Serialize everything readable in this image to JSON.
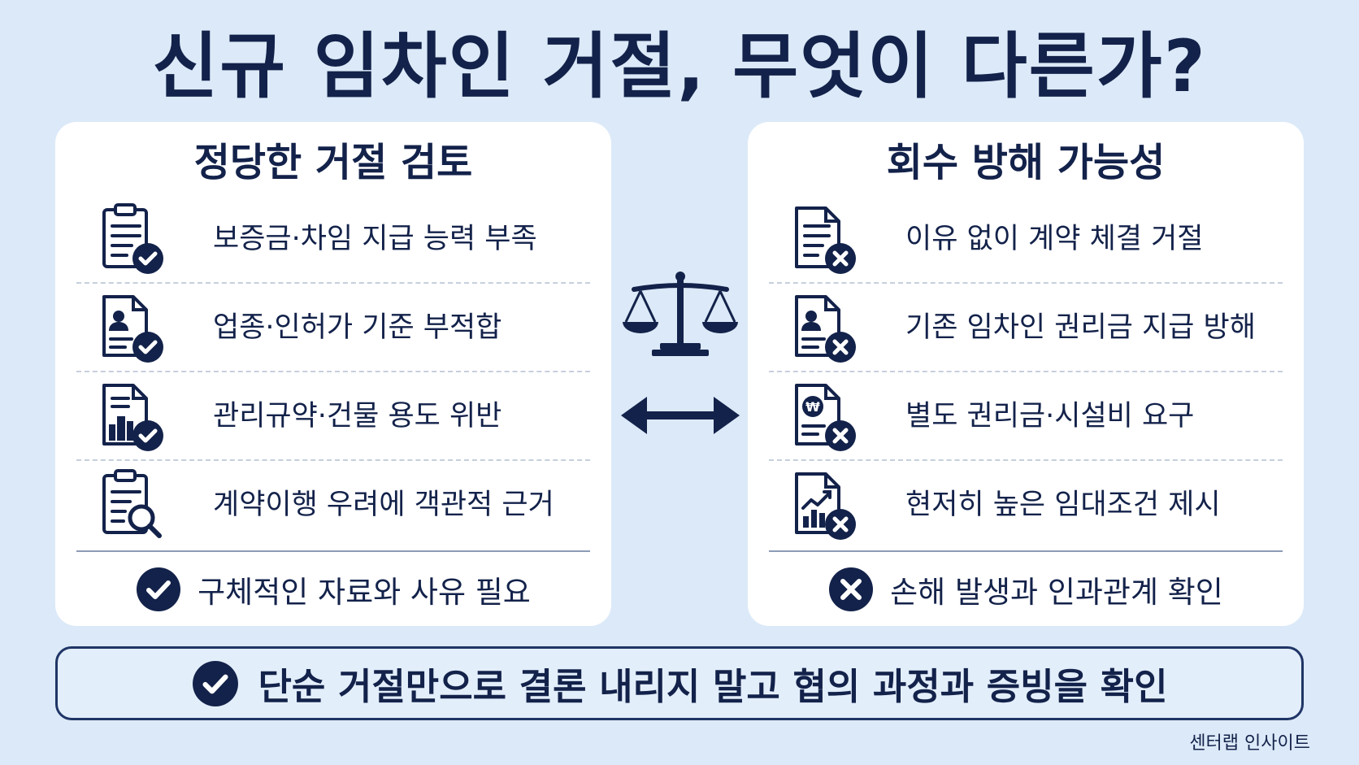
{
  "title": "신규 임차인 거절, 무엇이 다른가?",
  "left": {
    "title": "정당한 거절 검토",
    "items": [
      {
        "icon": "clipboard-check-icon",
        "label": "보증금·차임 지급 능력 부족"
      },
      {
        "icon": "profile-document-check-icon",
        "label": "업종·인허가 기준 부적합"
      },
      {
        "icon": "building-document-check-icon",
        "label": "관리규약·건물 용도 위반"
      },
      {
        "icon": "clipboard-search-icon",
        "label": "계약이행 우려에 객관적 근거"
      }
    ],
    "summary": {
      "icon": "check-circle-icon",
      "label": "구체적인 자료와 사유 필요"
    }
  },
  "right": {
    "title": "회수 방해 가능성",
    "items": [
      {
        "icon": "document-x-icon",
        "label": "이유 없이 계약 체결 거절"
      },
      {
        "icon": "profile-document-x-icon",
        "label": "기존 임차인 권리금 지급 방해"
      },
      {
        "icon": "won-document-x-icon",
        "label": "별도 권리금·시설비 요구"
      },
      {
        "icon": "chart-document-x-icon",
        "label": "현저히 높은 임대조건 제시"
      }
    ],
    "summary": {
      "icon": "x-circle-icon",
      "label": "손해 발생과 인과관계 확인"
    }
  },
  "center_icons": [
    "scales-icon",
    "double-arrow-icon"
  ],
  "bottom": {
    "icon": "check-circle-icon",
    "label": "단순 거절만으로 결론 내리지 말고 협의 과정과 증빙을 확인"
  },
  "credit": "센터랩 인사이트",
  "colors": {
    "navy": "#13224a",
    "background": "#dce9f8",
    "card": "#ffffff"
  }
}
